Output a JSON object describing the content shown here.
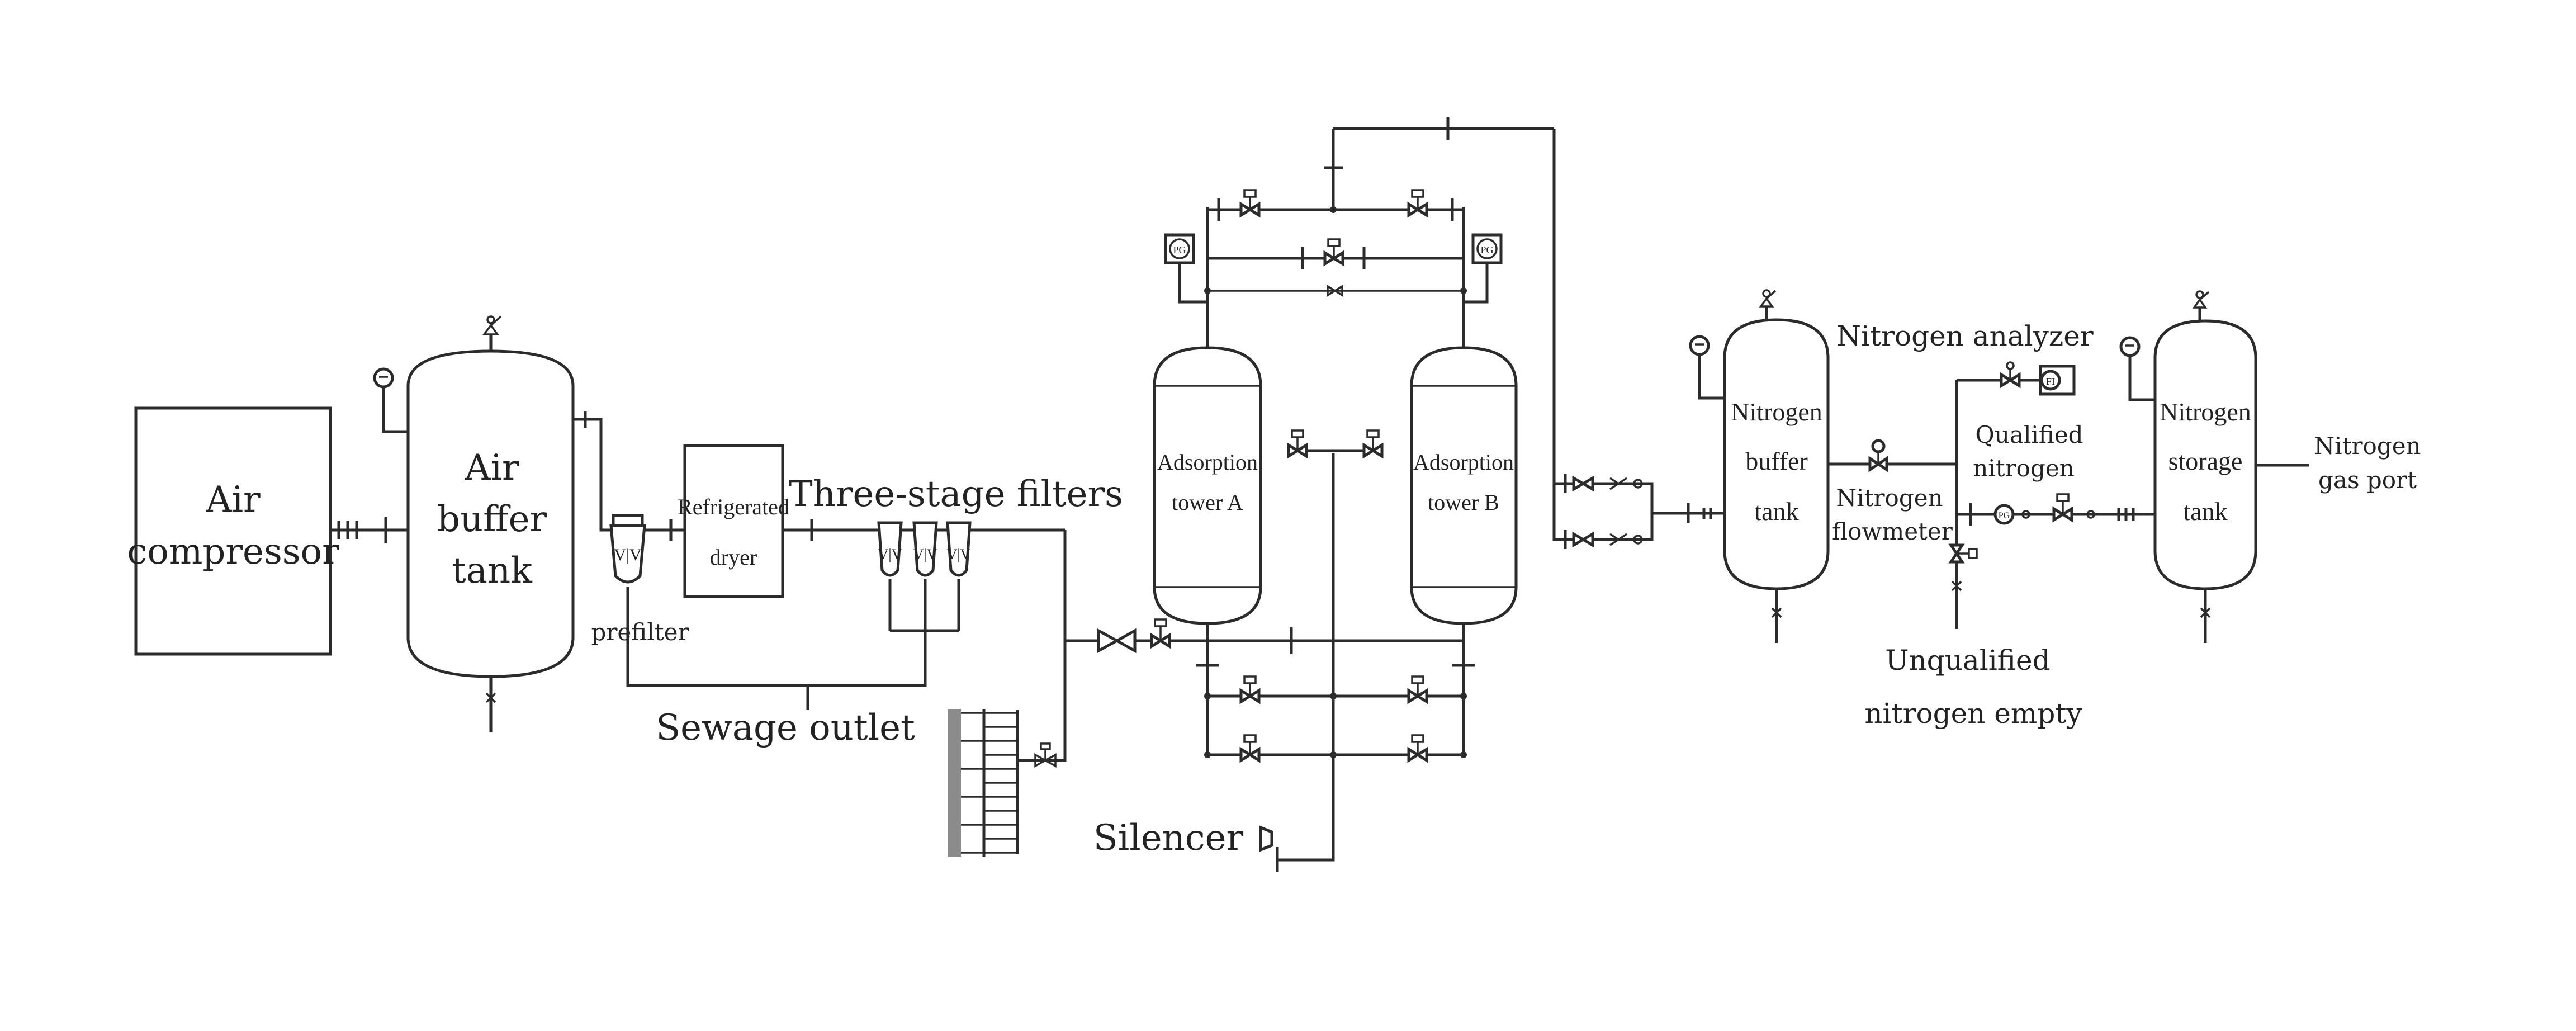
{
  "labels": {
    "air_compressor": [
      "Air",
      "compressor"
    ],
    "air_buffer_tank": [
      "Air",
      "buffer",
      "tank"
    ],
    "prefilter": "prefilter",
    "refrigerated_dryer": [
      "Refrigerated",
      "dryer"
    ],
    "three_stage_filters": "Three-stage filters",
    "sewage_outlet": "Sewage outlet",
    "adsorption_tower_a": [
      "Adsorption",
      "tower A"
    ],
    "adsorption_tower_b": [
      "Adsorption",
      "tower B"
    ],
    "silencer": "Silencer",
    "nitrogen_buffer_tank": [
      "Nitrogen",
      "buffer",
      "tank"
    ],
    "nitrogen_flowmeter": [
      "Nitrogen",
      "flowmeter"
    ],
    "nitrogen_analyzer": "Nitrogen analyzer",
    "qualified_nitrogen": [
      "Qualified",
      "nitrogen"
    ],
    "unqualified_nitrogen_empty": [
      "Unqualified",
      "nitrogen empty"
    ],
    "nitrogen_storage_tank": [
      "Nitrogen",
      "storage",
      "tank"
    ],
    "nitrogen_gas_port": [
      "Nitrogen",
      "gas port"
    ],
    "pressure_gauge_tag": "PG",
    "flow_indicator_tag": "FI"
  },
  "icons": [
    "pressure-gauge-icon",
    "safety-valve-icon",
    "gate-valve-icon",
    "pneumatic-valve-icon",
    "check-valve-icon",
    "silencer-icon",
    "drain-valve-icon"
  ]
}
